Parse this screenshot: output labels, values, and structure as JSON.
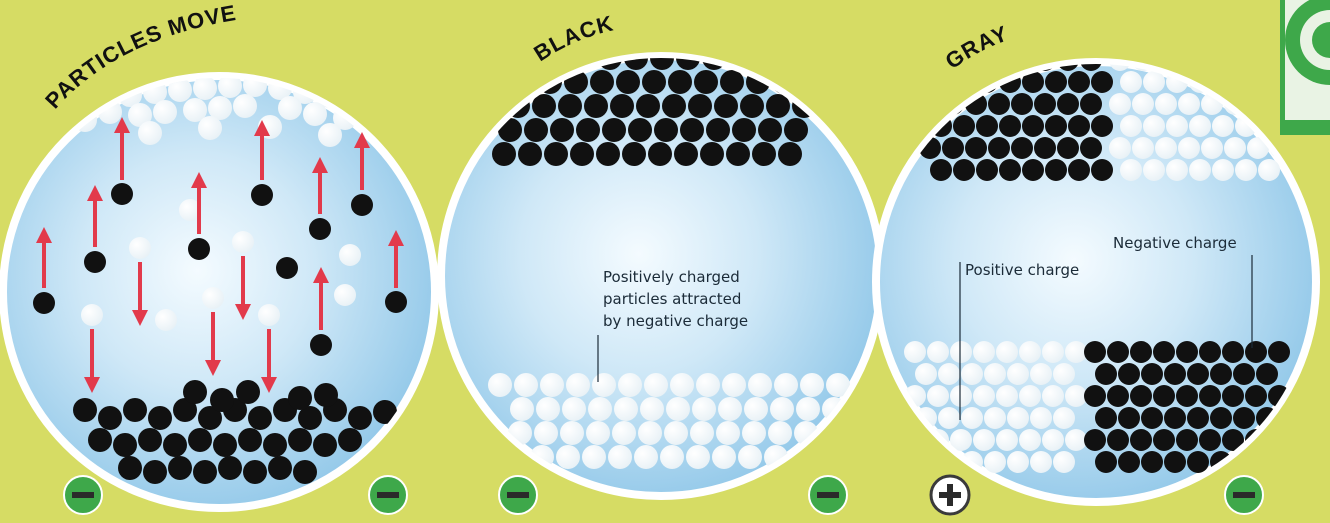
{
  "panels": [
    {
      "id": "panel-1",
      "title": "PARTICLES MOVE",
      "electrodes": [
        "−",
        "−"
      ]
    },
    {
      "id": "panel-2",
      "title": "BLACK",
      "electrodes": [
        "−",
        "−"
      ],
      "callouts": [
        "Positively charged",
        "particles attracted",
        "by negative charge"
      ]
    },
    {
      "id": "panel-3",
      "title": "GRAY",
      "electrodes": [
        "+",
        "−"
      ],
      "callouts": [
        "Positive charge",
        "Negative charge"
      ]
    }
  ],
  "colors": {
    "background": "#d6dc64",
    "capsule_fill": "#bfe0f2",
    "capsule_rim": "#ffffff",
    "particle_black": "#111111",
    "particle_white": "#ffffff",
    "arrow": "#e23a4b",
    "electrode_negative": "#3ea84a",
    "electrode_positive": "#ffffff"
  },
  "icons": [
    "minus-electrode-icon",
    "plus-electrode-icon",
    "arrow-up-icon",
    "arrow-down-icon",
    "logo-badge-icon"
  ]
}
